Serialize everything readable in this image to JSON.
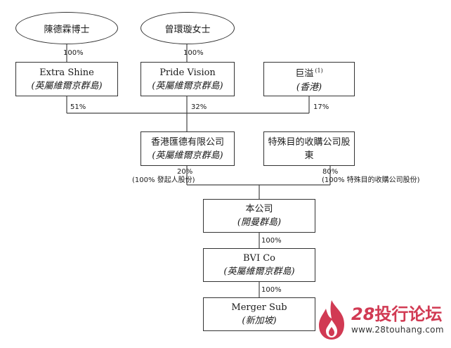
{
  "nodes": {
    "person_chen": {
      "label": "陳德霖博士"
    },
    "person_tsang": {
      "label": "曾環璇女士"
    },
    "extra_shine": {
      "name": "Extra Shine",
      "sub": "(英屬維爾京群島)"
    },
    "pride_vision": {
      "name": "Pride Vision",
      "sub": "(英屬維爾京群島)"
    },
    "juyi": {
      "name": "巨溢",
      "note": "(1)",
      "sub": "(香港)"
    },
    "hk_huide": {
      "name": "香港匯德有限公司",
      "sub": "(英屬維爾京群島)"
    },
    "special_shareholders": {
      "name": "特殊目的收購公司股東"
    },
    "company": {
      "name": "本公司",
      "sub": "(開曼群島)"
    },
    "bvi_co": {
      "name": "BVI Co",
      "sub": "(英屬維爾京群島)"
    },
    "merger_sub": {
      "name": "Merger Sub",
      "sub": "(新加坡)"
    }
  },
  "edges": {
    "chen_to_extra": "100%",
    "tsang_to_pride": "100%",
    "extra_to_huide": "51%",
    "pride_to_huide": "32%",
    "juyi_to_huide": "17%",
    "huide_to_company": "20%",
    "huide_to_company_note": "(100% 發起人股份)",
    "special_to_company": "80%",
    "special_to_company_note": "(100% 特殊目的收購公司股份)",
    "company_to_bvi": "100%",
    "bvi_to_merger": "100%"
  },
  "watermark": {
    "brand_number": "28",
    "brand_text": "投行论坛",
    "url": "www.28touhang.com",
    "color": "#d13a53"
  }
}
